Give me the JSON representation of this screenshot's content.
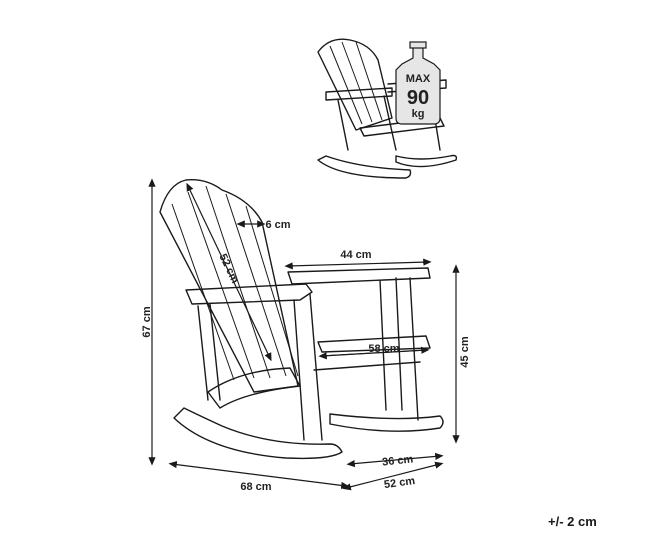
{
  "weight_badge": {
    "line1": "MAX",
    "line2": "90",
    "line3": "kg"
  },
  "dimensions": {
    "height_total": "67 cm",
    "backrest_length": "52 cm",
    "slat_width": "6 cm",
    "armrest_length": "44 cm",
    "seat_width": "58 cm",
    "seat_height": "45 cm",
    "base_depth": "68 cm",
    "front_depth": "36 cm",
    "front_width": "52 cm"
  },
  "tolerance": "+/- 2 cm",
  "icons": [
    "weight-icon",
    "rocking-chair-thumbnail",
    "rocking-chair-drawing"
  ]
}
